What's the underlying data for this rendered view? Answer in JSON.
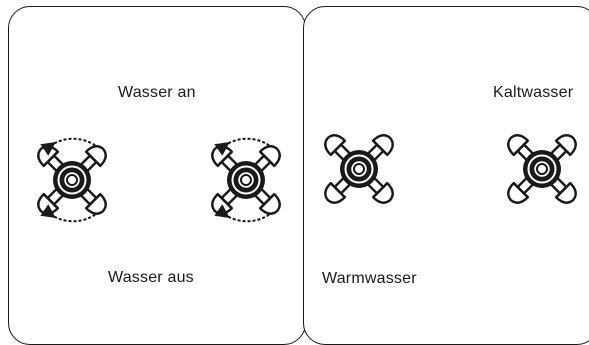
{
  "labels": {
    "water_on": "Wasser an",
    "water_off": "Wasser aus",
    "cold_water": "Kaltwasser",
    "hot_water": "Warmwasser"
  },
  "icons": {
    "valve": "cross-handle-valve-icon",
    "arrow": "rotation-arrow-icon"
  },
  "colors": {
    "line": "#1a1a1a",
    "background": "#ffffff"
  }
}
